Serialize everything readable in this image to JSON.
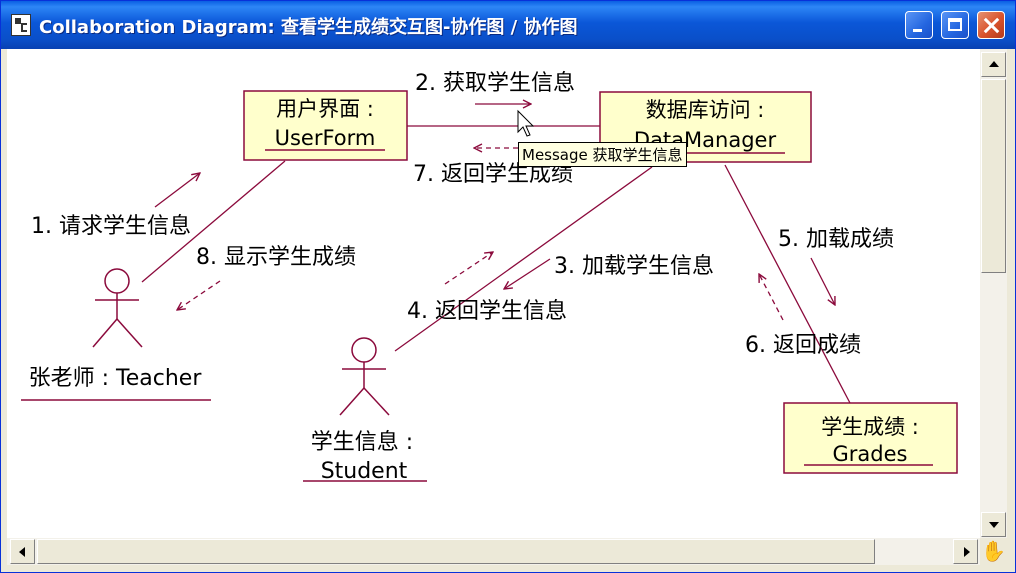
{
  "window": {
    "title": "Collaboration Diagram: 查看学生成绩交互图-协作图 / 协作图"
  },
  "colors": {
    "line": "#8B0A3C",
    "box_fill": "#FFFFCC",
    "title_bar": "#0A4FC9"
  },
  "diagram": {
    "objects": [
      {
        "name": "用户界面 :",
        "class": "UserForm"
      },
      {
        "name": "数据库访问 :",
        "class": "DataManager"
      },
      {
        "name": "学生成绩 :",
        "class": "Grades"
      }
    ],
    "actors": [
      {
        "name": "张老师 : Teacher"
      },
      {
        "name": "学生信息 :",
        "class": "Student"
      }
    ],
    "messages": [
      {
        "label": "1. 请求学生信息"
      },
      {
        "label": "2. 获取学生信息"
      },
      {
        "label": "3. 加载学生信息"
      },
      {
        "label": "4. 返回学生信息"
      },
      {
        "label": "5. 加载成绩"
      },
      {
        "label": "6. 返回成绩"
      },
      {
        "label": "7. 返回学生成绩"
      },
      {
        "label": "8. 显示学生成绩"
      }
    ]
  },
  "tooltip": {
    "text": "Message 获取学生信息"
  },
  "icons": {
    "window_icon": "diagram-icon",
    "hand_icon": "pan-hand-icon"
  }
}
